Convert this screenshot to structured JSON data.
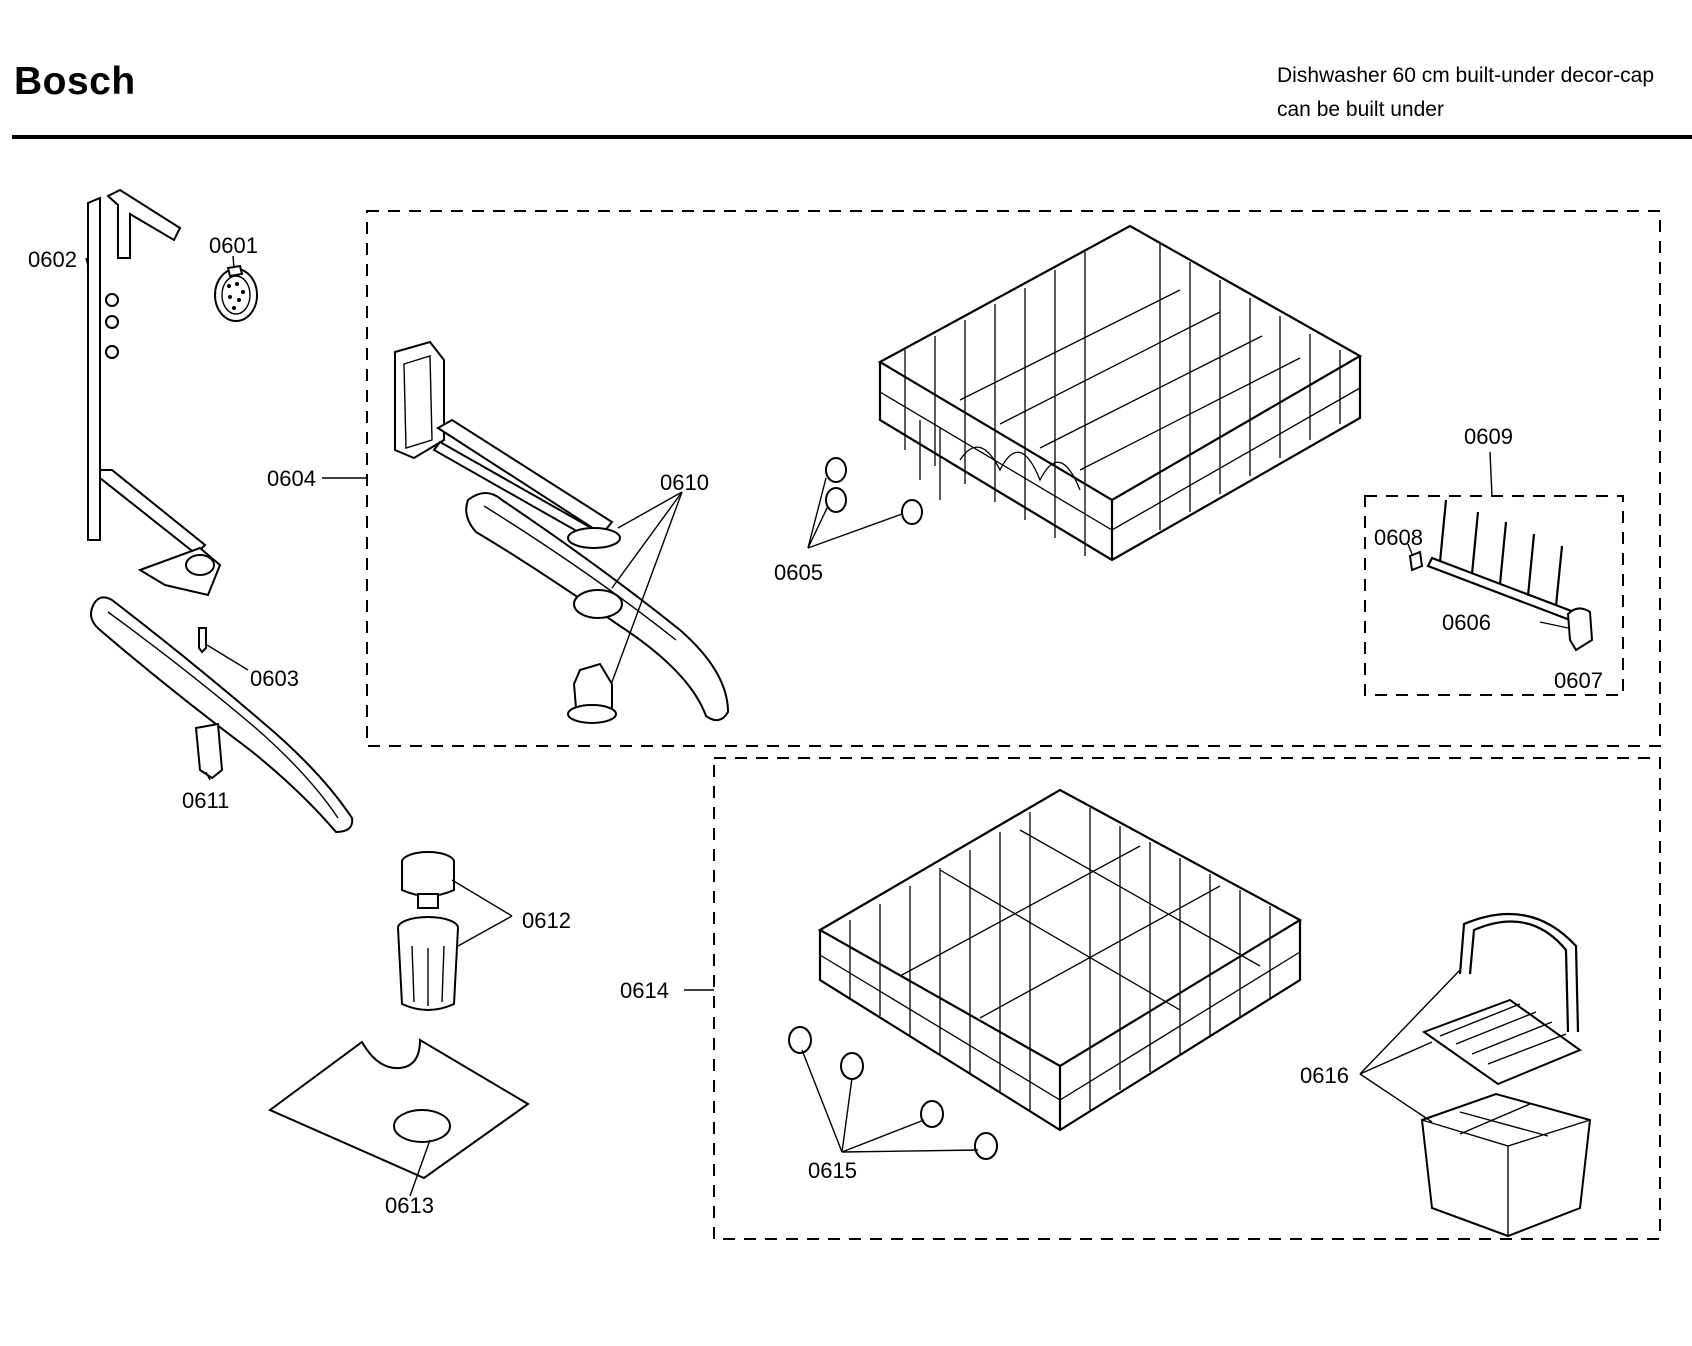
{
  "header": {
    "brand": "Bosch",
    "description_line1": "Dishwasher 60 cm built-under decor-cap",
    "description_line2": "can be built under"
  },
  "diagram": {
    "part_labels": {
      "p0601": "0601",
      "p0602": "0602",
      "p0603": "0603",
      "p0604": "0604",
      "p0605": "0605",
      "p0606": "0606",
      "p0607": "0607",
      "p0608": "0608",
      "p0609": "0609",
      "p0610": "0610",
      "p0611": "0611",
      "p0612": "0612",
      "p0613": "0613",
      "p0614": "0614",
      "p0615": "0615",
      "p0616": "0616"
    }
  }
}
